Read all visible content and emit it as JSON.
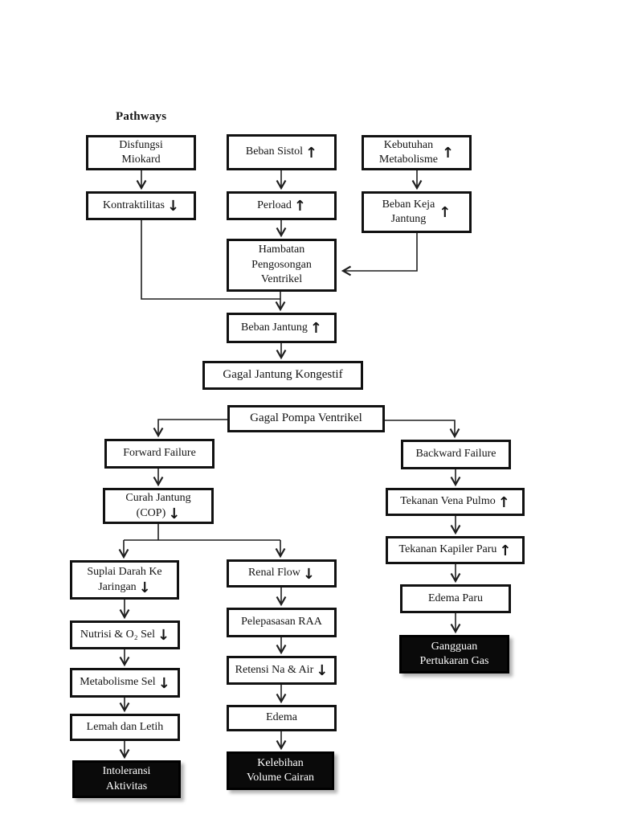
{
  "title": "Pathways",
  "colors": {
    "background": "#ffffff",
    "box_border": "#111111",
    "filled_box_background": "#0a0a0a",
    "filled_box_text": "#ffffff",
    "connector_line": "#1f1f1f"
  },
  "icons": {
    "up_arrow": "↑",
    "down_arrow": "↓"
  },
  "nodes": [
    {
      "id": "disfungsi-miokard",
      "lines": [
        "Disfungsi",
        "Miokard"
      ],
      "arrow": "none",
      "arrow_pos": "none",
      "filled": false
    },
    {
      "id": "beban-sistol",
      "lines": [
        "Beban Sistol"
      ],
      "arrow": "up",
      "arrow_pos": "end",
      "filled": false
    },
    {
      "id": "kebutuhan-metabolisme",
      "lines": [
        "Kebutuhan",
        "Metabolisme"
      ],
      "arrow": "up",
      "arrow_pos": "side",
      "filled": false
    },
    {
      "id": "kontraktilitas",
      "lines": [
        "Kontraktilitas"
      ],
      "arrow": "down",
      "arrow_pos": "end",
      "filled": false
    },
    {
      "id": "perload",
      "lines": [
        "Perload"
      ],
      "arrow": "up",
      "arrow_pos": "end",
      "filled": false
    },
    {
      "id": "beban-keja-jantung",
      "lines": [
        "Beban Keja",
        "Jantung"
      ],
      "arrow": "up",
      "arrow_pos": "side",
      "filled": false
    },
    {
      "id": "hambatan-pengosongan-ventrikel",
      "lines": [
        "Hambatan",
        "Pengosongan",
        "Ventrikel"
      ],
      "arrow": "none",
      "arrow_pos": "none",
      "filled": false
    },
    {
      "id": "beban-jantung",
      "lines": [
        "Beban Jantung"
      ],
      "arrow": "up",
      "arrow_pos": "end",
      "filled": false
    },
    {
      "id": "gagal-jantung-kongestif",
      "lines": [
        "Gagal Jantung Kongestif"
      ],
      "arrow": "none",
      "arrow_pos": "none",
      "filled": false
    },
    {
      "id": "gagal-pompa-ventrikel",
      "lines": [
        "Gagal Pompa Ventrikel"
      ],
      "arrow": "none",
      "arrow_pos": "none",
      "filled": false
    },
    {
      "id": "forward-failure",
      "lines": [
        "Forward Failure"
      ],
      "arrow": "none",
      "arrow_pos": "none",
      "filled": false
    },
    {
      "id": "backward-failure",
      "lines": [
        "Backward Failure"
      ],
      "arrow": "none",
      "arrow_pos": "none",
      "filled": false
    },
    {
      "id": "curah-jantung-cop",
      "lines": [
        "Curah Jantung",
        "(COP)"
      ],
      "arrow": "down",
      "arrow_pos": "end",
      "filled": false
    },
    {
      "id": "tekanan-vena-pulmo",
      "lines": [
        "Tekanan Vena Pulmo"
      ],
      "arrow": "up",
      "arrow_pos": "end",
      "filled": false
    },
    {
      "id": "suplai-darah-ke-jaringan",
      "lines": [
        "Suplai Darah Ke",
        "Jaringan"
      ],
      "arrow": "down",
      "arrow_pos": "end",
      "filled": false
    },
    {
      "id": "renal-flow",
      "lines": [
        "Renal Flow"
      ],
      "arrow": "down",
      "arrow_pos": "end",
      "filled": false
    },
    {
      "id": "tekanan-kapiler-paru",
      "lines": [
        "Tekanan Kapiler Paru"
      ],
      "arrow": "up",
      "arrow_pos": "end",
      "filled": false
    },
    {
      "id": "edema-paru",
      "lines": [
        "Edema Paru"
      ],
      "arrow": "none",
      "arrow_pos": "none",
      "filled": false
    },
    {
      "id": "nutrisi-o2-sel",
      "lines": [
        "Nutrisi & O₂ Sel"
      ],
      "arrow": "down",
      "arrow_pos": "end",
      "filled": false
    },
    {
      "id": "pelepasasan-raa",
      "lines": [
        "Pelepasasan RAA"
      ],
      "arrow": "none",
      "arrow_pos": "none",
      "filled": false
    },
    {
      "id": "gangguan-pertukaran-gas",
      "lines": [
        "Gangguan",
        "Pertukaran Gas"
      ],
      "arrow": "none",
      "arrow_pos": "none",
      "filled": true
    },
    {
      "id": "metabolisme-sel",
      "lines": [
        "Metabolisme Sel"
      ],
      "arrow": "down",
      "arrow_pos": "end",
      "filled": false
    },
    {
      "id": "retensi-na-air",
      "lines": [
        "Retensi Na & Air"
      ],
      "arrow": "down",
      "arrow_pos": "end",
      "filled": false
    },
    {
      "id": "lemah-dan-letih",
      "lines": [
        "Lemah dan Letih"
      ],
      "arrow": "none",
      "arrow_pos": "none",
      "filled": false
    },
    {
      "id": "edema",
      "lines": [
        "Edema"
      ],
      "arrow": "none",
      "arrow_pos": "none",
      "filled": false
    },
    {
      "id": "intoleransi-aktivitas",
      "lines": [
        "Intoleransi",
        "Aktivitas"
      ],
      "arrow": "none",
      "arrow_pos": "none",
      "filled": true
    },
    {
      "id": "kelebihan-volume-cairan",
      "lines": [
        "Kelebihan",
        "Volume Cairan"
      ],
      "arrow": "none",
      "arrow_pos": "none",
      "filled": true
    }
  ],
  "edges": [
    {
      "from": "disfungsi-miokard",
      "to": "kontraktilitas"
    },
    {
      "from": "beban-sistol",
      "to": "perload"
    },
    {
      "from": "kebutuhan-metabolisme",
      "to": "beban-keja-jantung"
    },
    {
      "from": "perload",
      "to": "hambatan-pengosongan-ventrikel"
    },
    {
      "from": "beban-keja-jantung",
      "to": "hambatan-pengosongan-ventrikel"
    },
    {
      "from": "kontraktilitas",
      "to": "beban-jantung"
    },
    {
      "from": "hambatan-pengosongan-ventrikel",
      "to": "beban-jantung"
    },
    {
      "from": "beban-jantung",
      "to": "gagal-jantung-kongestif"
    },
    {
      "from": "gagal-pompa-ventrikel",
      "to": "forward-failure"
    },
    {
      "from": "gagal-pompa-ventrikel",
      "to": "backward-failure"
    },
    {
      "from": "forward-failure",
      "to": "curah-jantung-cop"
    },
    {
      "from": "curah-jantung-cop",
      "to": "suplai-darah-ke-jaringan"
    },
    {
      "from": "curah-jantung-cop",
      "to": "renal-flow"
    },
    {
      "from": "suplai-darah-ke-jaringan",
      "to": "nutrisi-o2-sel"
    },
    {
      "from": "nutrisi-o2-sel",
      "to": "metabolisme-sel"
    },
    {
      "from": "metabolisme-sel",
      "to": "lemah-dan-letih"
    },
    {
      "from": "lemah-dan-letih",
      "to": "intoleransi-aktivitas"
    },
    {
      "from": "renal-flow",
      "to": "pelepasasan-raa"
    },
    {
      "from": "pelepasasan-raa",
      "to": "retensi-na-air"
    },
    {
      "from": "retensi-na-air",
      "to": "edema"
    },
    {
      "from": "edema",
      "to": "kelebihan-volume-cairan"
    },
    {
      "from": "backward-failure",
      "to": "tekanan-vena-pulmo"
    },
    {
      "from": "tekanan-vena-pulmo",
      "to": "tekanan-kapiler-paru"
    },
    {
      "from": "tekanan-kapiler-paru",
      "to": "edema-paru"
    },
    {
      "from": "edema-paru",
      "to": "gangguan-pertukaran-gas"
    }
  ]
}
